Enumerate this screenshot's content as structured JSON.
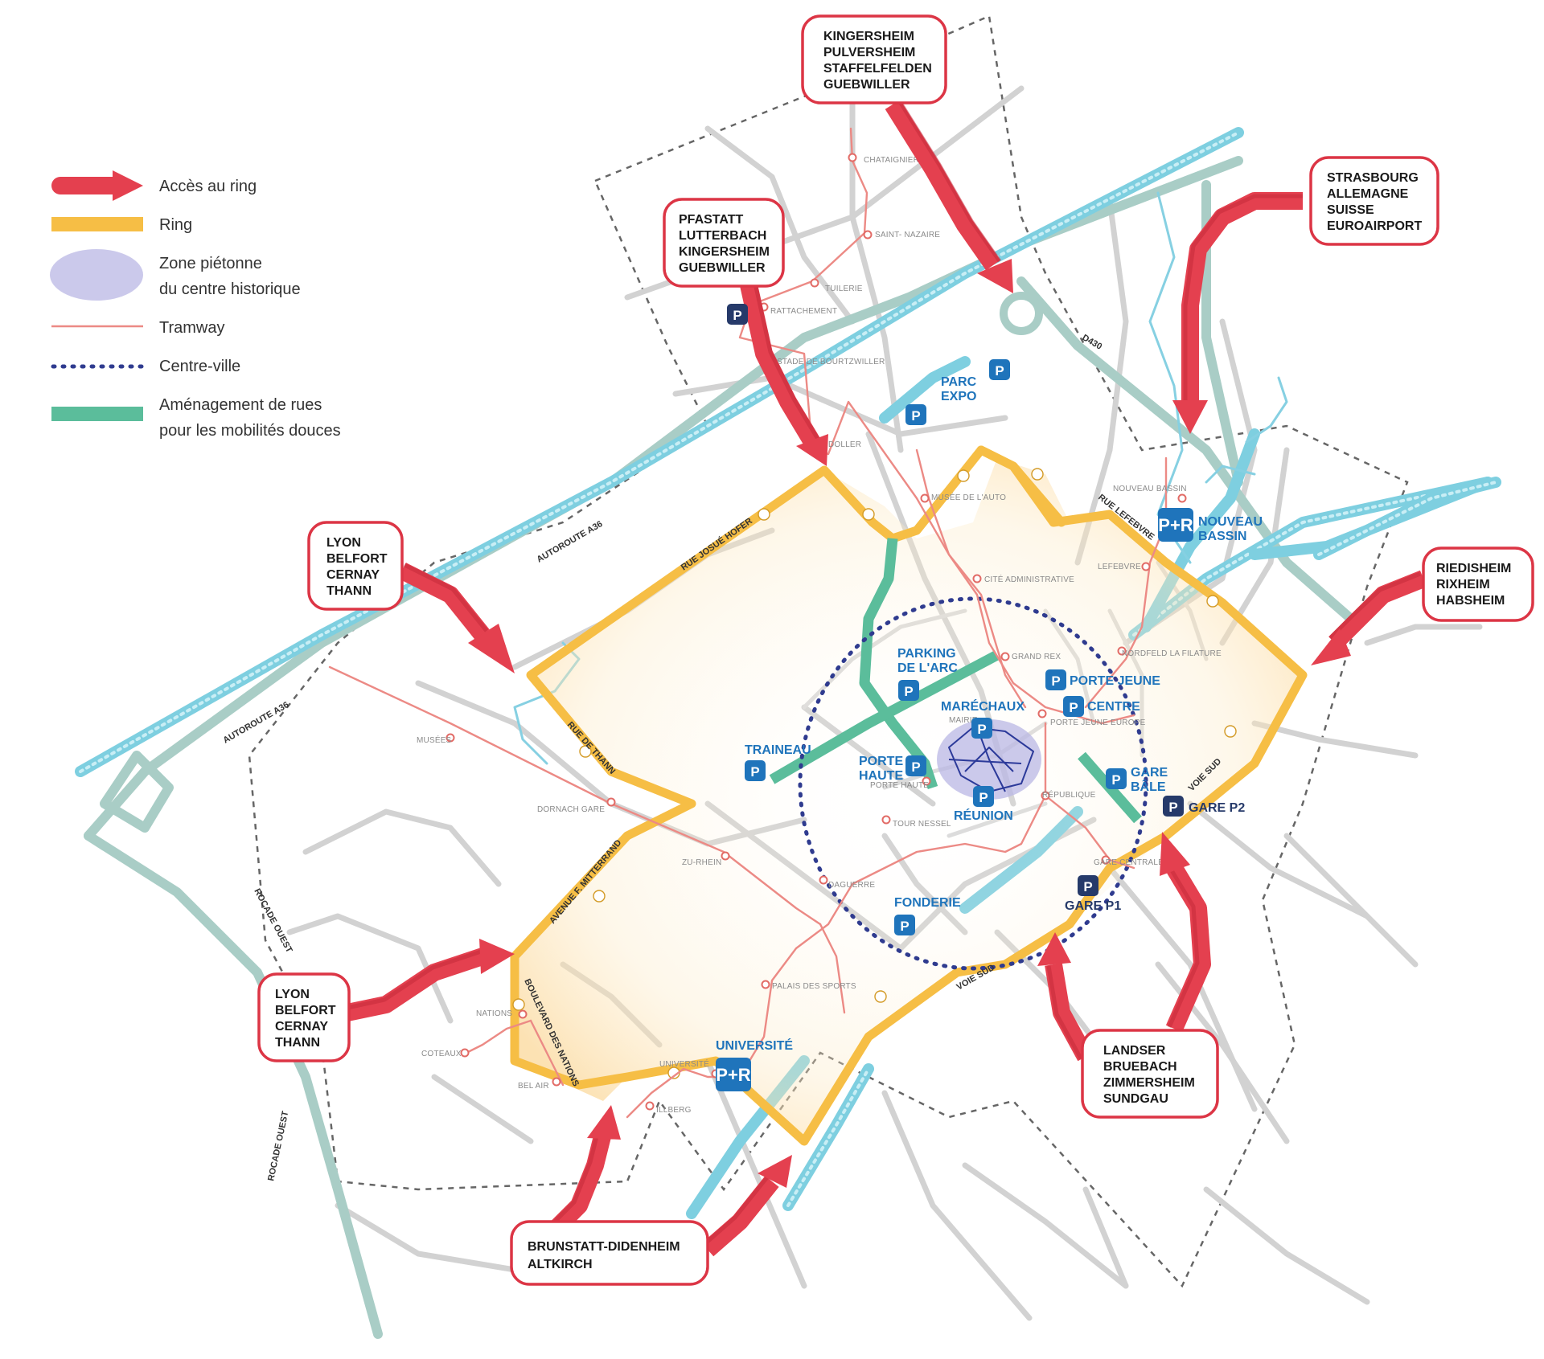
{
  "legend": {
    "access": "Accès au ring",
    "ring": "Ring",
    "zone_line1": "Zone piétonne",
    "zone_line2": "du centre historique",
    "tram": "Tramway",
    "centre": "Centre-ville",
    "green_line1": "Aménagement de rues",
    "green_line2": "pour les mobilités douces"
  },
  "colors": {
    "access_arrow": "#e4404f",
    "ring": "#f6be45",
    "pedestrian_zone": "#b9b7e4",
    "tramway": "#ec8a85",
    "centre_ville": "#2f3b8f",
    "soft_mobility": "#5bbd9b",
    "parking": "#1f74bb"
  },
  "destinations": {
    "north": [
      "KINGERSHEIM",
      "PULVERSHEIM",
      "STAFFELFELDEN",
      "GUEBWILLER"
    ],
    "northwest": [
      "PFASTATT",
      "LUTTERBACH",
      "KINGERSHEIM",
      "GUEBWILLER"
    ],
    "northeast": [
      "STRASBOURG",
      "ALLEMAGNE",
      "SUISSE",
      "EUROAIRPORT"
    ],
    "west_upper": [
      "LYON",
      "BELFORT",
      "CERNAY",
      "THANN"
    ],
    "west_lower": [
      "LYON",
      "BELFORT",
      "CERNAY",
      "THANN"
    ],
    "east": [
      "RIEDISHEIM",
      "RIXHEIM",
      "HABSHEIM"
    ],
    "south": [
      "BRUNSTATT-DIDENHEIM",
      "ALTKIRCH"
    ],
    "southeast": [
      "LANDSER",
      "BRUEBACH",
      "ZIMMERSHEIM",
      "SUNDGAU"
    ]
  },
  "parkings": {
    "parc_expo_1": "PARC",
    "parc_expo_2": "EXPO",
    "nouveau_bassin_1": "NOUVEAU",
    "nouveau_bassin_2": "BASSIN",
    "parking_arc_1": "PARKING",
    "parking_arc_2": "DE L'ARC",
    "marechaux": "MARÉCHAUX",
    "porte_jeune": "PORTE JEUNE",
    "centre": "CENTRE",
    "traineau": "TRAINEAU",
    "porte_haute_1": "PORTE",
    "porte_haute_2": "HAUTE",
    "reunion": "RÉUNION",
    "gare_bale_1": "GARE",
    "gare_bale_2": "BÂLE",
    "gare_p2": "GARE P2",
    "gare_p1": "GARE P1",
    "fonderie": "FONDERIE",
    "universite": "UNIVERSITÉ",
    "p_symbol": "P",
    "pr_symbol": "P+R"
  },
  "streets": {
    "a36_north": "AUTOROUTE A36",
    "a36_west": "AUTOROUTE A36",
    "d430": "D430",
    "rue_josue_hofer": "RUE JOSUÉ HOFER",
    "rue_de_thann": "RUE DE THANN",
    "avenue_mitterrand": "AVENUE F. MITTERRAND",
    "boulevard_nations": "BOULEVARD DES NATIONS",
    "rocade_ouest_1": "ROCADE OUEST",
    "rocade_ouest_2": "ROCADE OUEST",
    "rue_lefebvre": "RUE LEFEBVRE",
    "voie_sud_1": "VOIE SUD",
    "voie_sud_2": "VOIE SUD"
  },
  "tram_stops": {
    "chataigniers": "CHATAIGNIERS",
    "saint_nazaire": "SAINT- NAZAIRE",
    "tuilerie": "TUILERIE",
    "rattachement": "RATTACHEMENT",
    "stade_bourtzwiller": "STADE DE BOURTZWILLER",
    "doller": "DOLLER",
    "musee_auto": "MUSÉE DE L'AUTO",
    "cite_administrative": "CITÉ ADMINISTRATIVE",
    "nouveau_bassin": "NOUVEAU BASSIN",
    "lefebvre": "LEFEBVRE",
    "nordfeld": "NORDFELD LA FILATURE",
    "grand_rex": "GRAND REX",
    "mairie": "MAIRIE",
    "porte_jeune_europe": "PORTE JEUNE EUROPE",
    "porte_haute": "PORTE HAUTE",
    "republique": "RÉPUBLIQUE",
    "tour_nessel": "TOUR NESSEL",
    "gare_centrale": "GARE CENTRALE",
    "musees": "MUSÉES",
    "dornach_gare": "DORNACH GARE",
    "zu_rhein": "ZU-RHEIN",
    "daguerre": "DAGUERRE",
    "palais_sports": "PALAIS DES SPORTS",
    "nations": "NATIONS",
    "coteaux": "COTEAUX",
    "bel_air": "BEL AIR",
    "universite": "UNIVERSITÉ",
    "illberg": "ILLBERG"
  }
}
